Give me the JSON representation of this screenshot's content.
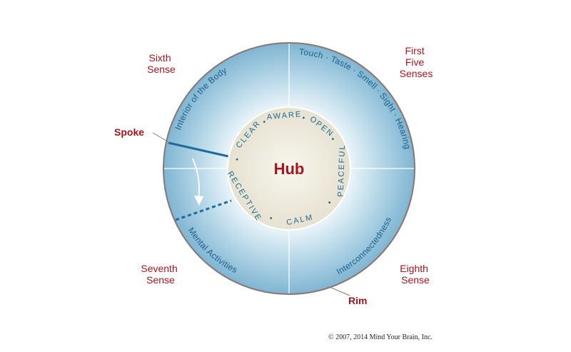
{
  "colors": {
    "sense_label": "#a8141c",
    "rim_fill_outer": "#8fc0d9",
    "rim_fill_inner": "#f3f9fc",
    "rim_border": "#8a7670",
    "hub_fill": "#ece8d9",
    "spoke": "#1e6a9a",
    "rim_text": "#1d5f8a"
  },
  "hub": {
    "title": "Hub",
    "qualities": [
      "CLEAR",
      "AWARE",
      "OPEN",
      "PEACEFUL",
      "CALM",
      "RECEPTIVE"
    ],
    "separator": "·"
  },
  "rim_sections": {
    "top_right": "Touch · Taste · Smell · Sight · Hearing",
    "top_left": "Interior of the Body",
    "bottom_left": "Mental Activities",
    "bottom_right": "Interconnectedness"
  },
  "sense_labels": {
    "sixth": [
      "Sixth",
      "Sense"
    ],
    "first_five": [
      "First",
      "Five",
      "Senses"
    ],
    "seventh": [
      "Seventh",
      "Sense"
    ],
    "eighth": [
      "Eighth",
      "Sense"
    ]
  },
  "callouts": {
    "spoke": "Spoke",
    "rim": "Rim"
  },
  "copyright": "© 2007, 2014 Mind Your Brain, Inc."
}
